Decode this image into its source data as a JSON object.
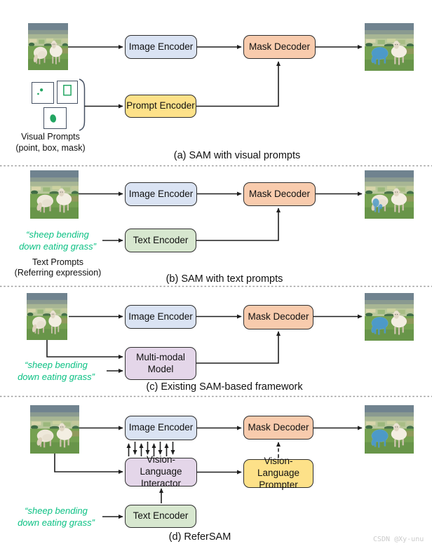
{
  "colors": {
    "image_encoder_fill": "#dae3f3",
    "mask_decoder_fill": "#f8cbad",
    "prompt_encoder_fill": "#fde189",
    "text_encoder_fill": "#d7e7cf",
    "multimodal_fill": "#e4d6e9",
    "vl_interactor_fill": "#e4d6e9",
    "vl_prompter_fill": "#fde189",
    "quote_green": "#0cc184",
    "mask_blue": "#4596c8",
    "prompt_green": "#23a562"
  },
  "panels": {
    "a": {
      "caption": "(a) SAM with visual prompts",
      "boxes": {
        "image_encoder": "Image Encoder",
        "mask_decoder": "Mask Decoder",
        "prompt_encoder": "Prompt Encoder"
      },
      "labels": {
        "visual_prompts": "Visual Prompts",
        "visual_prompts_sub": "(point, box, mask)"
      }
    },
    "b": {
      "caption": "(b) SAM with text prompts",
      "boxes": {
        "image_encoder": "Image Encoder",
        "mask_decoder": "Mask Decoder",
        "text_encoder": "Text Encoder"
      },
      "labels": {
        "quote_line1": "“sheep bending",
        "quote_line2": "down eating grass”",
        "text_prompts": "Text Prompts",
        "text_prompts_sub": "(Referring expression)"
      }
    },
    "c": {
      "caption": "(c) Existing SAM-based framework",
      "boxes": {
        "image_encoder": "Image Encoder",
        "mask_decoder": "Mask Decoder",
        "multimodal_line1": "Multi-modal",
        "multimodal_line2": "Model"
      },
      "labels": {
        "quote_line1": "“sheep bending",
        "quote_line2": "down eating grass”"
      }
    },
    "d": {
      "caption": "(d) ReferSAM",
      "boxes": {
        "image_encoder": "Image Encoder",
        "mask_decoder": "Mask Decoder",
        "vl_interactor_line1": "Vision-Language",
        "vl_interactor_line2": "Interactor",
        "vl_prompter_line1": "Vision-Language",
        "vl_prompter_line2": "Prompter",
        "text_encoder": "Text Encoder"
      },
      "labels": {
        "quote_line1": "“sheep bending",
        "quote_line2": "down eating grass”"
      }
    }
  },
  "watermark": "CSDN @Xy-unu"
}
